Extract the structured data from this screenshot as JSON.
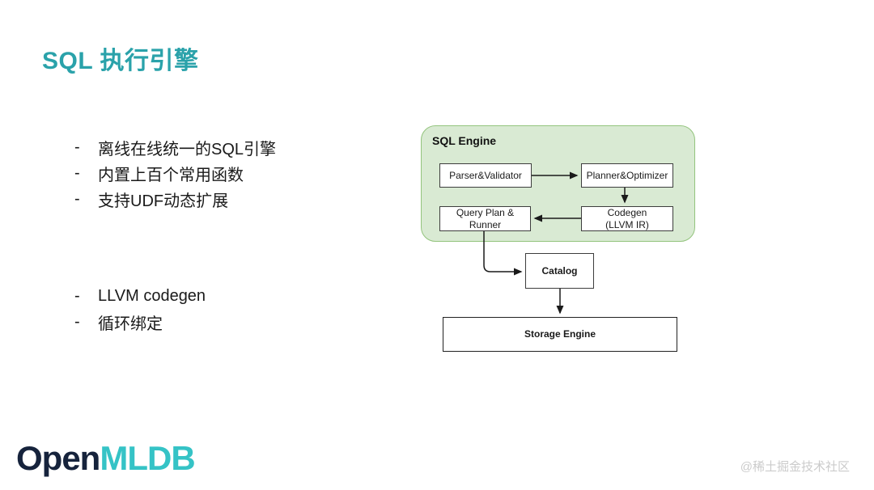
{
  "slide": {
    "title": "SQL 执行引擎",
    "bullet_marker": "-",
    "bullets_top": [
      "离线在线统一的SQL引擎",
      "内置上百个常用函数",
      "支持UDF动态扩展"
    ],
    "bullets_bottom": [
      "LLVM codegen",
      "循环绑定"
    ]
  },
  "diagram": {
    "container_label": "SQL Engine",
    "nodes": {
      "parser": "Parser&Validator",
      "planner": "Planner&Optimizer",
      "query_plan": "Query Plan &\nRunner",
      "codegen": "Codegen\n(LLVM IR)",
      "catalog": "Catalog",
      "storage": "Storage Engine"
    },
    "colors": {
      "container_fill": "#d9ead3",
      "container_border": "#93c47d",
      "arrow": "#1a1a1a"
    }
  },
  "footer": {
    "logo_open": "Open",
    "logo_mldb": "MLDB",
    "watermark": "@稀土掘金技术社区"
  },
  "colors": {
    "title": "#2aa2aa",
    "logo_open": "#16233c",
    "logo_mldb": "#35c3c6"
  }
}
